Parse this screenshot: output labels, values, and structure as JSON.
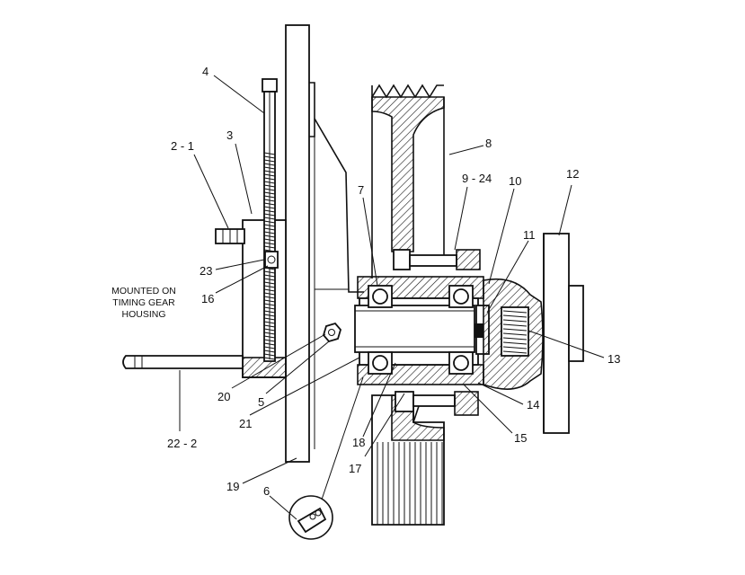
{
  "diagram": {
    "note": [
      "MOUNTED ON",
      "TIMING GEAR",
      "HOUSING"
    ],
    "callouts": [
      {
        "id": "4",
        "text": "4"
      },
      {
        "id": "3",
        "text": "3"
      },
      {
        "id": "2-1",
        "text": "2 - 1"
      },
      {
        "id": "23",
        "text": "23"
      },
      {
        "id": "16",
        "text": "16"
      },
      {
        "id": "20",
        "text": "20"
      },
      {
        "id": "5",
        "text": "5"
      },
      {
        "id": "21",
        "text": "21"
      },
      {
        "id": "22-2",
        "text": "22 - 2"
      },
      {
        "id": "19",
        "text": "19"
      },
      {
        "id": "6",
        "text": "6"
      },
      {
        "id": "7",
        "text": "7"
      },
      {
        "id": "8",
        "text": "8"
      },
      {
        "id": "9-24",
        "text": "9 - 24"
      },
      {
        "id": "10",
        "text": "10"
      },
      {
        "id": "11",
        "text": "11"
      },
      {
        "id": "12",
        "text": "12"
      },
      {
        "id": "13",
        "text": "13"
      },
      {
        "id": "14",
        "text": "14"
      },
      {
        "id": "15",
        "text": "15"
      },
      {
        "id": "17",
        "text": "17"
      },
      {
        "id": "18",
        "text": "18"
      }
    ]
  }
}
